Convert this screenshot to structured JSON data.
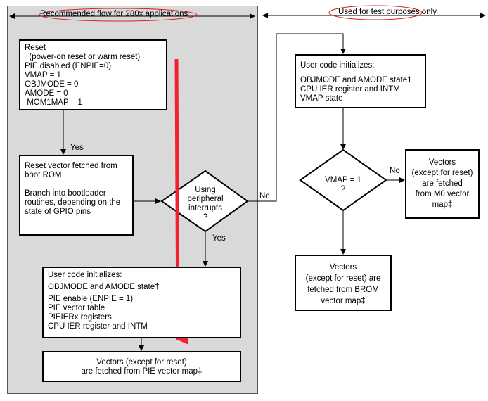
{
  "headers": {
    "left": "Recommended flow for 280x applications",
    "right": "Used for test purposes only"
  },
  "boxes": {
    "reset": {
      "lines": [
        "Reset",
        "  (power-on reset or warm reset)",
        "PIE disabled (ENPIE=0)",
        "VMAP = 1",
        "OBJMODE = 0",
        "AMODE = 0",
        " MOM1MAP = 1"
      ]
    },
    "reset_vector": {
      "lines": [
        "Reset vector fetched from",
        "boot ROM",
        "",
        "Branch into bootloader",
        "routines, depending on the",
        "state of GPIO pins"
      ]
    },
    "user_init_left": {
      "lines": [
        "User code initializes:",
        "OBJMODE and AMODE state†",
        "PIE enable (ENPIE = 1)",
        "PIE vector table",
        "PIEIERx registers",
        "CPU IER register and INTM"
      ]
    },
    "vectors_pie": {
      "lines": [
        "Vectors (except for reset)",
        "are fetched from PIE vector map‡"
      ]
    },
    "user_init_right": {
      "lines": [
        "User code initializes:",
        "OBJMODE and AMODE state1",
        "CPU IER register and INTM",
        "VMAP state"
      ]
    },
    "vectors_m0": {
      "lines": [
        "Vectors",
        "(except for reset)",
        "are fetched",
        "from M0 vector",
        "map‡"
      ]
    },
    "vectors_brom": {
      "lines": [
        "Vectors",
        "(except for reset) are",
        "fetched from BROM",
        "vector map‡"
      ]
    }
  },
  "decisions": {
    "peripheral": {
      "lines": [
        "Using",
        "peripheral",
        "interrupts",
        "?"
      ]
    },
    "vmap": {
      "lines": [
        "VMAP = 1",
        "?"
      ]
    }
  },
  "edge_labels": {
    "yes_top": "Yes",
    "yes_bottom": "Yes",
    "no_left": "No",
    "no_right": "No"
  }
}
